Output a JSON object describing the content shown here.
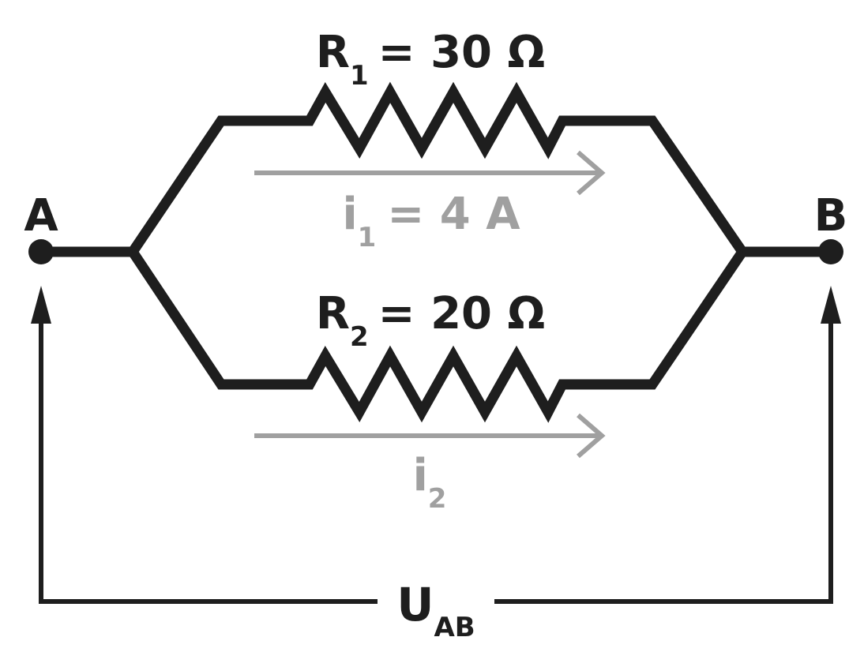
{
  "colors": {
    "wire": "#1e1e1e",
    "current_arrow": "#a0a0a0",
    "background": "#ffffff"
  },
  "nodes": {
    "a": {
      "label": "A"
    },
    "b": {
      "label": "B"
    }
  },
  "resistor_1": {
    "symbol": "R",
    "subscript": "1",
    "value_text": "= 30 Ω"
  },
  "resistor_2": {
    "symbol": "R",
    "subscript": "2",
    "value_text": "= 20 Ω"
  },
  "current_1": {
    "symbol": "i",
    "subscript": "1",
    "value_text": "= 4 A"
  },
  "current_2": {
    "symbol": "i",
    "subscript": "2"
  },
  "voltage": {
    "symbol": "U",
    "subscript": "AB"
  }
}
